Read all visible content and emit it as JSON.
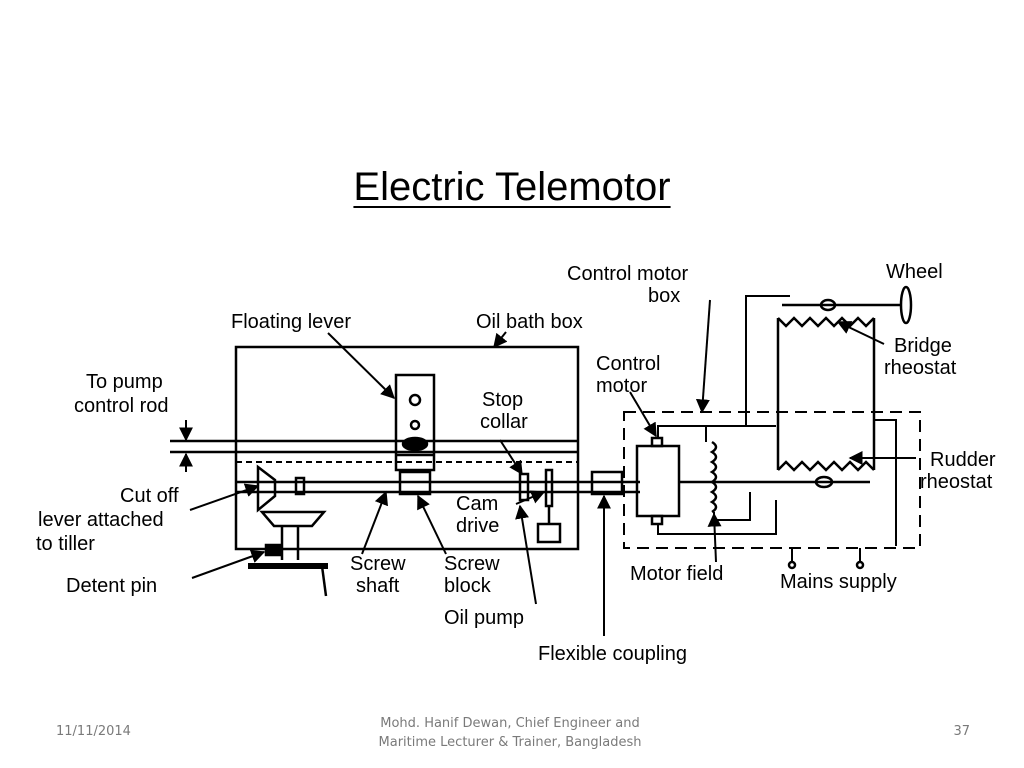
{
  "slide": {
    "title": "Electric Telemotor",
    "labels": {
      "control_motor_box": [
        "Control motor",
        "box"
      ],
      "wheel": "Wheel",
      "floating_lever": "Floating lever",
      "oil_bath_box": "Oil bath box",
      "control_motor": [
        "Control",
        "motor"
      ],
      "bridge_rheostat": [
        "Bridge",
        "rheostat"
      ],
      "to_pump_control_rod": [
        "To pump",
        "control rod"
      ],
      "stop_collar": [
        "Stop",
        "collar"
      ],
      "rudder_rheostat": [
        "Rudder",
        "rheostat"
      ],
      "cut_off_lever": [
        "Cut off",
        "lever attached",
        "to tiller"
      ],
      "cam_drive": [
        "Cam",
        "drive"
      ],
      "screw_shaft": [
        "Screw",
        "shaft"
      ],
      "screw_block": [
        "Screw",
        "block"
      ],
      "motor_field": "Motor field",
      "mains_supply": "Mains supply",
      "detent_pin": "Detent pin",
      "oil_pump": "Oil pump",
      "flexible_coupling": "Flexible coupling"
    }
  },
  "footer": {
    "date": "11/11/2014",
    "author_line1": "Mohd. Hanif Dewan, Chief Engineer and",
    "author_line2": "Maritime Lecturer & Trainer, Bangladesh",
    "page_number": "37"
  }
}
